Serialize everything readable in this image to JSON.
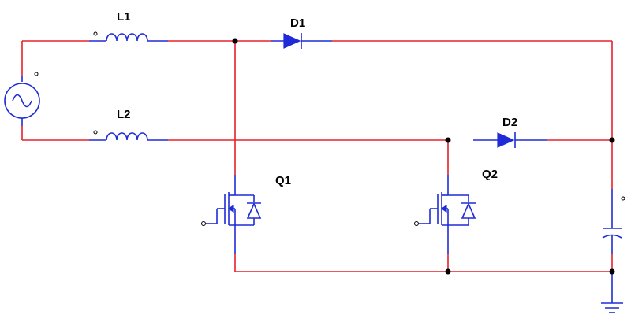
{
  "schematic": {
    "labels": {
      "L1": "L1",
      "L2": "L2",
      "D1": "D1",
      "D2": "D2",
      "Q1": "Q1",
      "Q2": "Q2"
    },
    "colors": {
      "wire": "#e8202a",
      "component": "#1f2bd6",
      "junction": "#000000"
    },
    "components": [
      {
        "ref": "V",
        "kind": "ac-source-icon"
      },
      {
        "ref": "L1",
        "kind": "inductor"
      },
      {
        "ref": "L2",
        "kind": "inductor"
      },
      {
        "ref": "D1",
        "kind": "diode"
      },
      {
        "ref": "D2",
        "kind": "diode"
      },
      {
        "ref": "Q1",
        "kind": "mosfet-with-body-diode"
      },
      {
        "ref": "Q2",
        "kind": "mosfet-with-body-diode"
      },
      {
        "ref": "C",
        "kind": "capacitor"
      },
      {
        "ref": "GND",
        "kind": "ground-icon"
      }
    ]
  }
}
